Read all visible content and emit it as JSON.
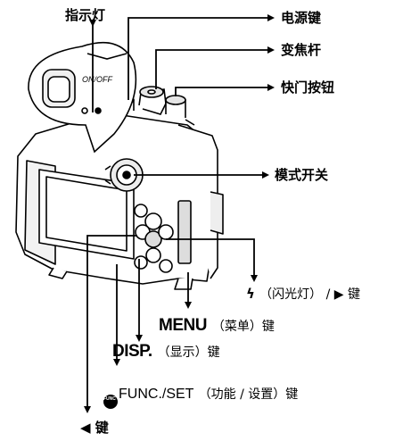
{
  "labels": {
    "indicator": "指示灯",
    "power": "电源键",
    "zoom": "变焦杆",
    "shutter": "快门按钮",
    "mode": "模式开关",
    "flash_right": "（闪光灯） / ▶ 键",
    "flash_symbol": "ϟ",
    "menu_word": "MENU",
    "menu_rest": "（菜单）键",
    "disp_word": "DISP.",
    "disp_rest": "（显示）键",
    "func_icon_text": "FUNC SET",
    "func_word": "FUNC./SET",
    "func_rest": "（功能 / 设置）键",
    "left_key": "◀ 键",
    "on_off": "ON/OFF"
  },
  "colors": {
    "line": "#000000",
    "body_fill": "#ffffff",
    "shade": "#d9d9d9"
  }
}
